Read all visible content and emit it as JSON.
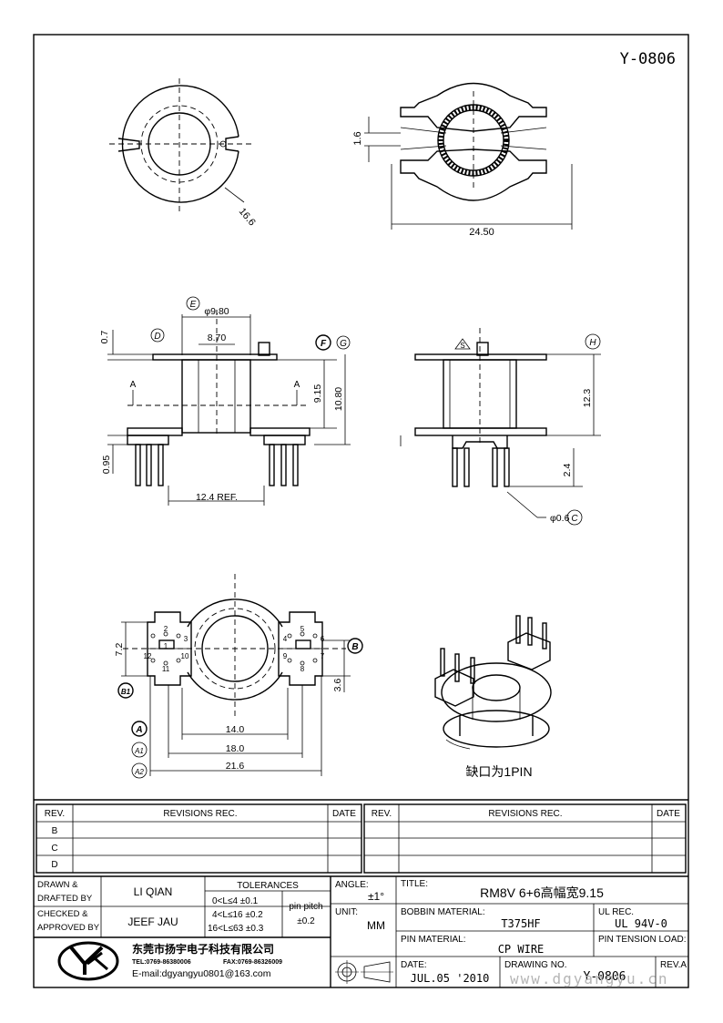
{
  "drawing_no_top": "Y-0806",
  "dims": {
    "top_od": "16.6",
    "top_gap": "1.6",
    "top_width": "24.50",
    "dia_980": "φ9.80",
    "w_870": "8.70",
    "d_07": "0.7",
    "h_915": "9.15",
    "h_1080": "10.80",
    "d_095": "0.95",
    "ref_124": "12.4 REF.",
    "h_123": "12.3",
    "pin_len": "2.4",
    "pin_dia": "φ0.6",
    "h_72": "7.2",
    "h_36": "3.6",
    "w_140": "14.0",
    "w_180": "18.0",
    "w_216": "21.6"
  },
  "markers": {
    "D": "D",
    "E": "E",
    "F": "F",
    "G": "G",
    "H": "H",
    "C": "C",
    "A": "A",
    "A1": "A1",
    "A2": "A2",
    "B": "B",
    "B1": "B1",
    "S": "S",
    "sect": "A"
  },
  "pins": {
    "p2": "2",
    "p1": "1",
    "p3": "3",
    "p12": "12",
    "p10": "10",
    "p11": "11",
    "p5": "5",
    "p4": "4",
    "p6": "6",
    "p9": "9",
    "p7": "7",
    "p8": "8"
  },
  "iso_note": "缺口为1PIN",
  "revisions": {
    "rev_hdr": "REV.",
    "rec_hdr": "REVISIONS   REC.",
    "date_hdr": "DATE",
    "rows": [
      "B",
      "C",
      "D"
    ]
  },
  "title_block": {
    "drawn_label": "DRAWN  &\nDRAFTED  BY",
    "drawn_1": "DRAWN  &",
    "drawn_2": "DRAFTED  BY",
    "drawn_name": "LI QIAN",
    "checked_1": "CHECKED  &",
    "checked_2": "APPROVED  BY",
    "checked_name": "JEEF JAU",
    "tolerances": "TOLERANCES",
    "tol_1": "0<L≤4    ±0.1",
    "tol_2": "4<L≤16  ±0.2",
    "tol_3": "16<L≤63  ±0.3",
    "pin_pitch": "pin pitch",
    "pin_pitch_tol": "±0.2",
    "angle_label": "ANGLE:",
    "angle_value": "±1°",
    "unit_label": "UNIT:",
    "unit_value": "MM",
    "title_label": "TITLE:",
    "title_value": "RM8V 6+6高幅宽9.15",
    "bobbin_label": "BOBBIN  MATERIAL:",
    "bobbin_value": "T375HF",
    "ul_label": "UL  REC.",
    "ul_value": "UL  94V-0",
    "pin_mat_label": "PIN  MATERIAL:",
    "pin_mat_value": "CP  WIRE",
    "pin_tension_label": "PIN  TENSION  LOAD:",
    "date_label": "DATE:",
    "date_value": "JUL.05  '2010",
    "drawing_no_label": "DRAWING  NO.",
    "drawing_no_value": "Y-0806",
    "rev_label": "REV.A",
    "company_cn": "东莞市扬宇电子科技有限公司",
    "tel": "TEL:0769-86380006",
    "fax": "FAX:0769-86326009",
    "email": "E-mail:dgyangyu0801@163.com"
  },
  "watermark": "www.dgyangyu.cn"
}
